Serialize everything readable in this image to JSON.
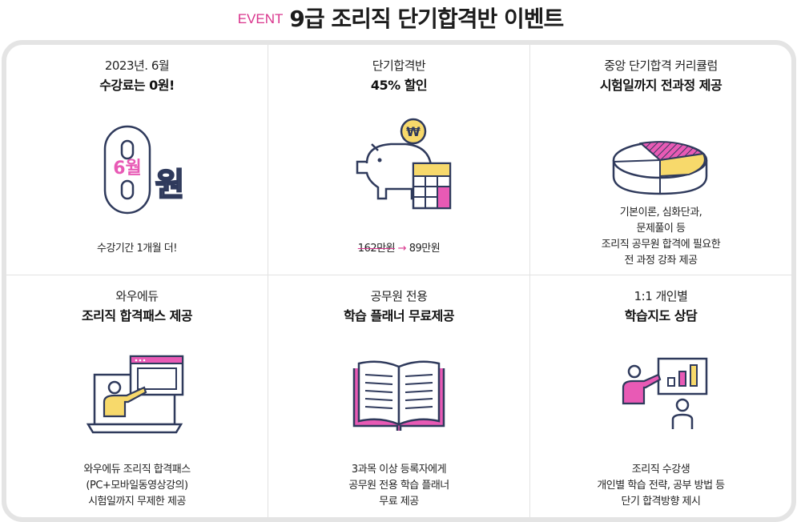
{
  "header": {
    "event_tag": "EVENT",
    "title": "9급 조리직 단기합격반 이벤트"
  },
  "cards": [
    {
      "line1": "2023년. 6월",
      "line2": "수강료는 0원!",
      "icon_text_month": "6월",
      "icon_text_won": "원",
      "desc": [
        "수강기간 1개월 더!"
      ]
    },
    {
      "line1": "단기합격반",
      "line2": "45% 할인",
      "icon_coin": "₩",
      "price_old": "162만원",
      "price_new": "89만원"
    },
    {
      "line1": "중앙 단기합격 커리큘럼",
      "line2": "시험일까지 전과정 제공",
      "desc": [
        "기본이론, 심화단과,",
        "문제풀이 등",
        "조리직 공무원 합격에 필요한",
        "전 과정 강좌 제공"
      ]
    },
    {
      "line1": "와우에듀",
      "line2": "조리직 합격패스 제공",
      "desc": [
        "와우에듀 조리직 합격패스",
        "(PC+모바일동영상강의)",
        "시험일까지 무제한 제공"
      ]
    },
    {
      "line1": "공무원 전용",
      "line2": "학습 플래너 무료제공",
      "desc": [
        "3과목 이상 등록자에게",
        "공무원 전용 학습 플래너",
        "무료 제공"
      ]
    },
    {
      "line1": "1:1 개인별",
      "line2": "학습지도 상담",
      "desc": [
        "조리직 수강생",
        "개인별 학습 전략, 공부 방법 등",
        "단기 합격방향 제시"
      ]
    }
  ],
  "colors": {
    "accent_pink": "#e85ab5",
    "accent_yellow": "#f7d96b",
    "outline_navy": "#2f3a5c",
    "event_pink": "#d9348c"
  }
}
